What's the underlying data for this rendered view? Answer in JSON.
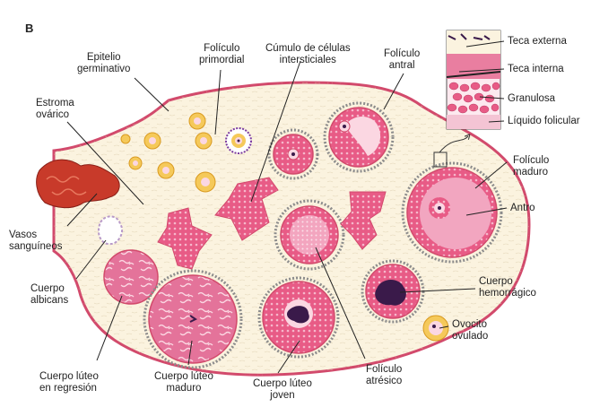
{
  "panel_letter": "B",
  "labels": {
    "epitelio_germinativo": [
      "Epitelio",
      "germinativo"
    ],
    "foliculo_primordial": [
      "Folículo",
      "primordial"
    ],
    "cumulo": [
      "Cúmulo de células",
      "intersticiales"
    ],
    "foliculo_antral": [
      "Folículo",
      "antral"
    ],
    "estroma_ovarico": [
      "Estroma",
      "ovárico"
    ],
    "vasos_sanguineos": [
      "Vasos",
      "sanguíneos"
    ],
    "cuerpo_albicans": [
      "Cuerpo",
      "albicans"
    ],
    "cuerpo_luteo_regresion": [
      "Cuerpo lúteo",
      "en regresión"
    ],
    "cuerpo_luteo_maduro": [
      "Cuerpo lúteo",
      "maduro"
    ],
    "cuerpo_luteo_joven": [
      "Cuerpo lúteo",
      "joven"
    ],
    "foliculo_atresico": [
      "Folículo",
      "atrésico"
    ],
    "foliculo_maduro": [
      "Folículo",
      "maduro"
    ],
    "antro": "Antro",
    "cuerpo_hemorragico": [
      "Cuerpo",
      "hemorrágico"
    ],
    "ovocito_ovulado": [
      "Ovocito",
      "ovulado"
    ],
    "teca_externa": "Teca externa",
    "teca_interna": "Teca interna",
    "granulosa": "Granulosa",
    "liquido_folicular": "Líquido folicular"
  },
  "colors": {
    "stroma": "#fbf3df",
    "outline": "#d24a6c",
    "pink": "#e85b86",
    "pink_light": "#f6b7cb",
    "pink_pale": "#fbd7e2",
    "dark_red": "#c83a2a",
    "purple": "#3a1a4a",
    "orange": "#f0b040"
  }
}
